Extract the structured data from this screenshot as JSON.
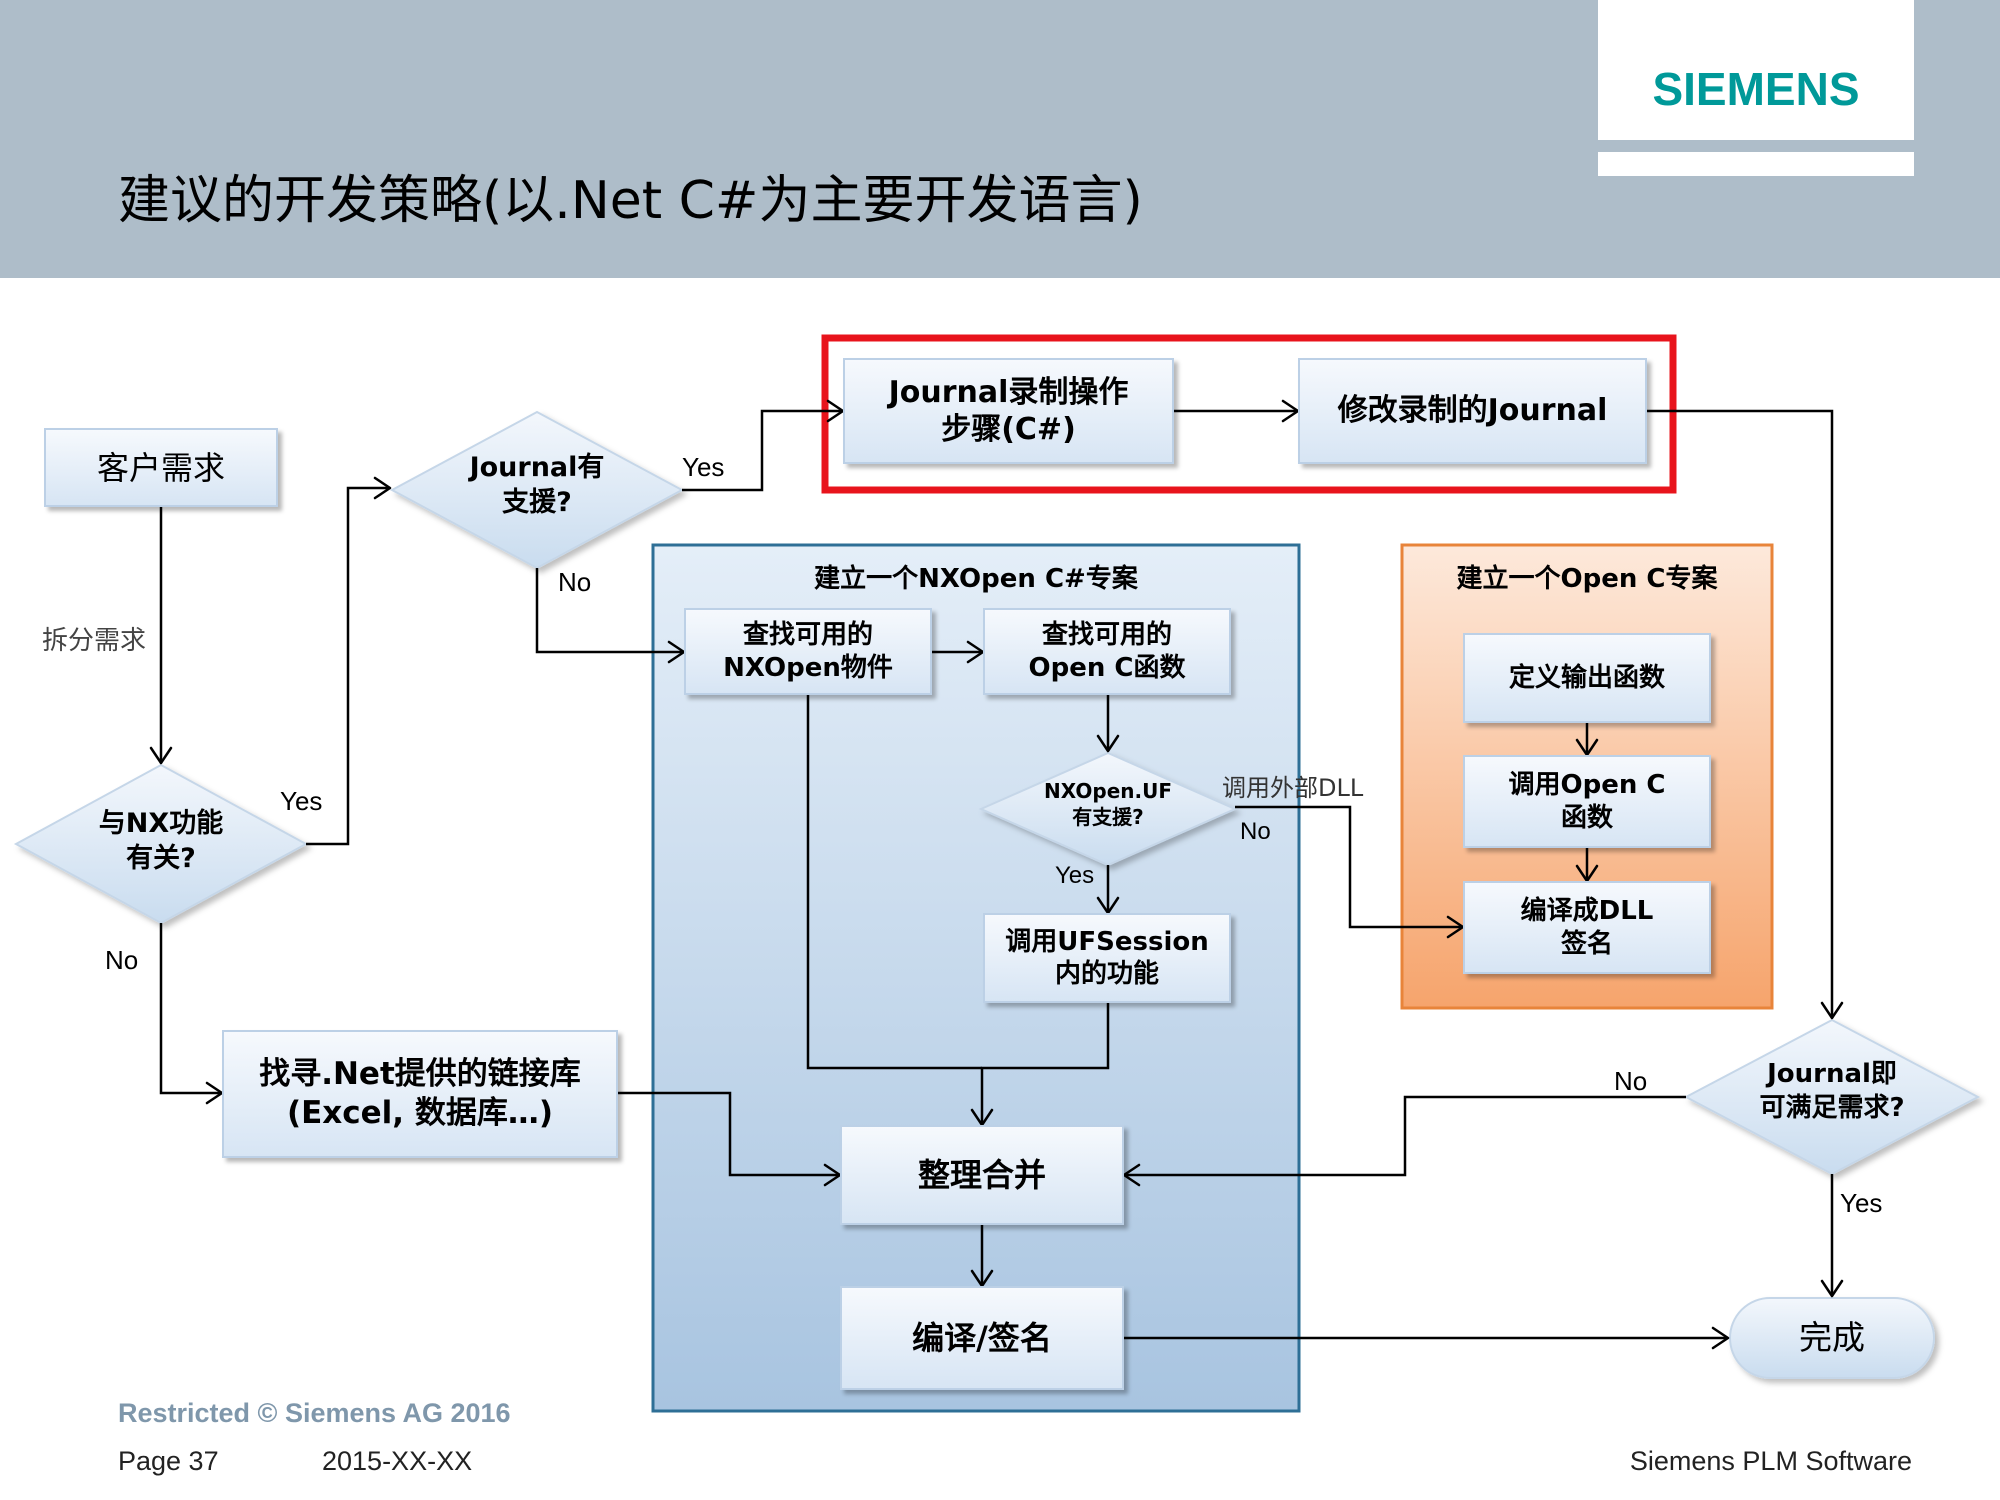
{
  "header": {
    "title": "建议的开发策略(以.Net C#为主要开发语言)",
    "logo": "SIEMENS",
    "colors": {
      "band": "#aebdc9",
      "logo": "#009999"
    }
  },
  "nodes": {
    "customer_need": "客户需求",
    "journal_supported": "Journal有\n支援?",
    "nx_related": "与NX功能\n有关?",
    "journal_record": "Journal录制操作\n步骤(C#)",
    "modify_journal": "修改录制的Journal",
    "find_nxopen_objects": "查找可用的\nNXOpen物件",
    "find_openc_functions": "查找可用的\nOpen C函数",
    "nxopen_uf_supported": "NXOpen.UF\n有支援?",
    "call_ufsession": "调用UFSession\n内的功能",
    "define_output_functions": "定义输出函数",
    "call_openc_functions": "调用Open C\n函数",
    "compile_dll_sign": "编译成DLL\n签名",
    "find_net_library": "找寻.Net提供的链接库\n(Excel, 数据库…)",
    "merge": "整理合并",
    "compile_sign": "编译/签名",
    "journal_sufficient": "Journal即\n可满足需求?",
    "done": "完成"
  },
  "groups": {
    "nxopen_project": "建立一个NXOpen C#专案",
    "openc_project": "建立一个Open C专案"
  },
  "edge_labels": {
    "split_need": "拆分需求",
    "yes_nx": "Yes",
    "no_nx": "No",
    "yes_journal": "Yes",
    "no_journal": "No",
    "call_external_dll": "调用外部DLL",
    "no_uf": "No",
    "yes_uf": "Yes",
    "no_sufficient": "No",
    "yes_sufficient": "Yes"
  },
  "highlight_color": "#e8141c",
  "footer": {
    "restricted": "Restricted © Siemens AG 2016",
    "page": "Page 37",
    "date": "2015-XX-XX",
    "company": "Siemens PLM Software"
  }
}
